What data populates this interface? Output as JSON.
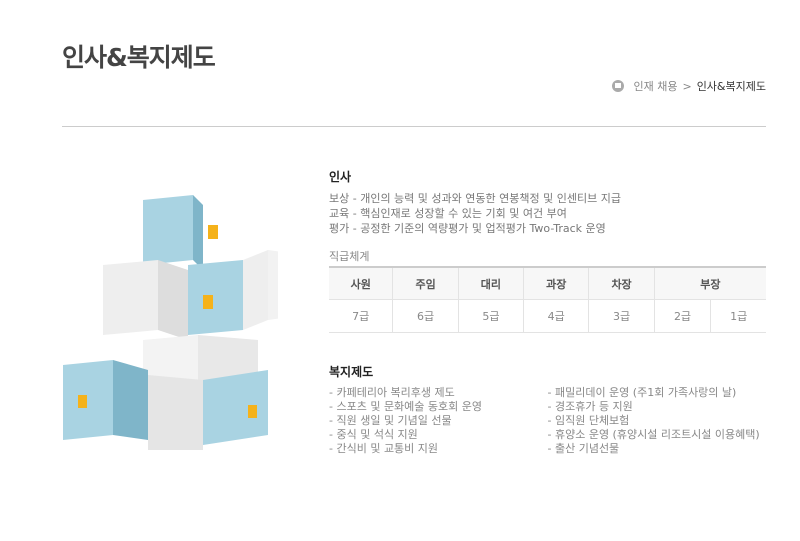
{
  "title": "인사&복지제도",
  "breadcrumb": {
    "items": [
      "인재 채용",
      "인사&복지제도"
    ],
    "separator": ">"
  },
  "hr": {
    "heading": "인사",
    "lines": [
      "보상 - 개인의 능력 및 성과와 연동한 연봉책정 및 인센티브 지급",
      "교육 - 핵심인재로 성장할 수 있는 기회 및 여건 부여",
      "평가 - 공정한 기준의 역량평가 및 업적평가 Two-Track 운영"
    ],
    "rank_label": "직급체계",
    "ranks": [
      "사원",
      "주임",
      "대리",
      "과장",
      "차장",
      "부장"
    ],
    "grades": [
      "7급",
      "6급",
      "5급",
      "4급",
      "3급",
      "2급",
      "1급"
    ]
  },
  "welfare": {
    "heading": "복지제도",
    "left": [
      "- 카페테리아 복리후생 제도",
      "- 스포츠 및 문화예술 동호회 운영",
      "- 직원 생일 및 기념일 선물",
      "- 중식 및 석식 지원",
      "- 간식비 및 교통비 지원"
    ],
    "right": [
      "- 패밀리데이 운영 (주1회 가족사랑의 날)",
      "- 경조휴가 등 지원",
      "- 임직원 단체보험",
      "- 휴양소 운영 (휴양시설 리조트시설 이용혜택)",
      "- 출산 기념선물"
    ]
  }
}
